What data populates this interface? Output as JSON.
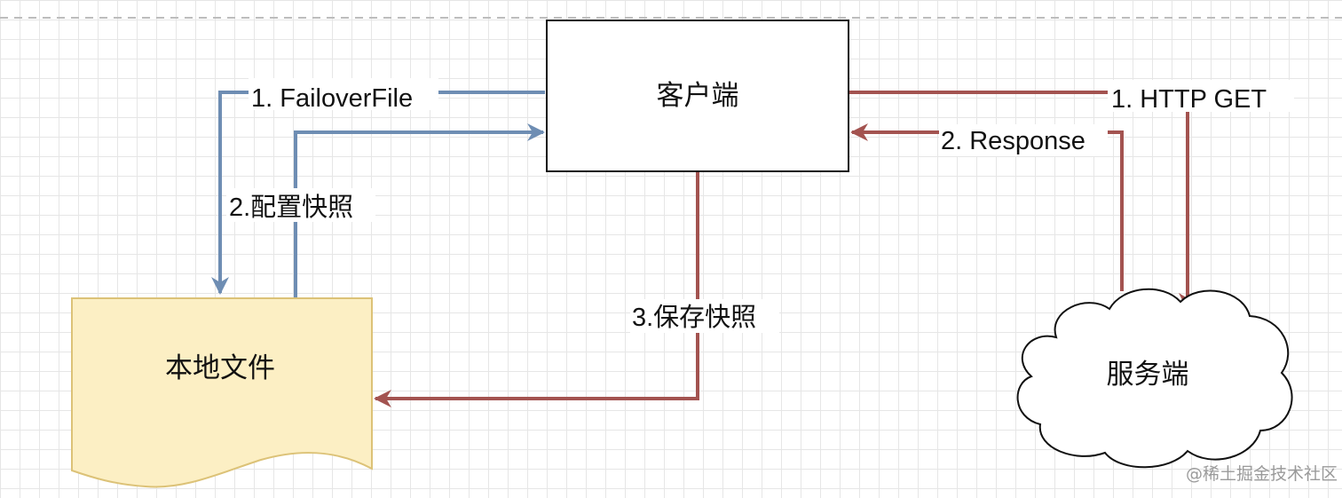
{
  "nodes": {
    "client": {
      "label": "客户端"
    },
    "local_file": {
      "label": "本地文件"
    },
    "server": {
      "label": "服务端"
    }
  },
  "edges": [
    {
      "id": "failover-file",
      "label": "1. FailoverFile",
      "from": "client",
      "to": "local_file"
    },
    {
      "id": "config-snapshot",
      "label": "2.配置快照",
      "from": "local_file",
      "to": "client"
    },
    {
      "id": "save-snapshot",
      "label": "3.保存快照",
      "from": "client",
      "to": "local_file"
    },
    {
      "id": "http-get",
      "label": "1. HTTP GET",
      "from": "client",
      "to": "server"
    },
    {
      "id": "response",
      "label": "2. Response",
      "from": "server",
      "to": "client"
    }
  ],
  "watermark": "@稀土掘金技术社区",
  "colors": {
    "blue_edge": "#6e8db3",
    "red_edge": "#a35350",
    "file_fill": "#fcefc4",
    "file_stroke": "#dcc277"
  }
}
